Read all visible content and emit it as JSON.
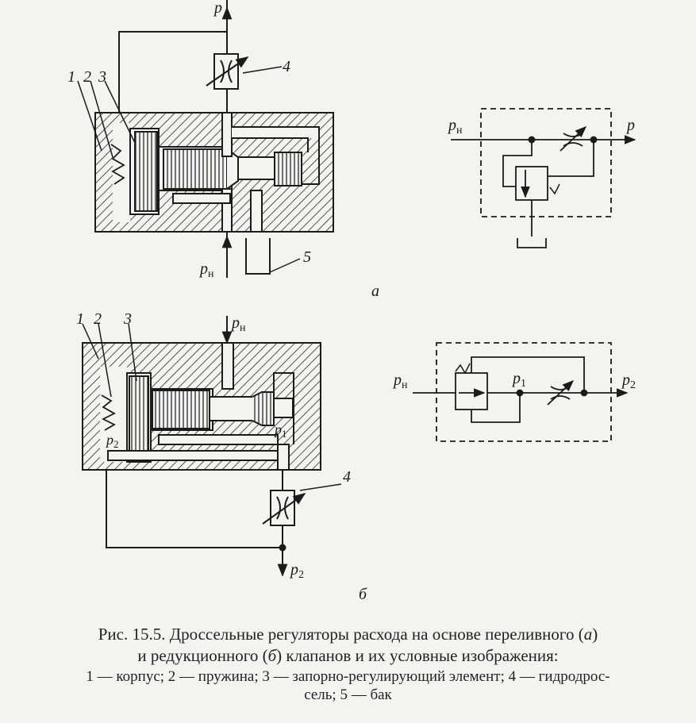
{
  "figure_a": {
    "label_p": "p",
    "label_pn": "p",
    "label_pn_sub": "н",
    "callouts": [
      "1",
      "2",
      "3",
      "4",
      "5"
    ],
    "panel_letter": "а"
  },
  "symbol_a": {
    "label_pn": "p",
    "label_pn_sub": "н",
    "label_p": "p"
  },
  "figure_b": {
    "label_pn": "p",
    "label_pn_sub": "н",
    "label_p1": "p",
    "label_p1_sub": "1",
    "label_p2": "p",
    "label_p2_sub": "2",
    "label_p2_out": "p",
    "label_p2_out_sub": "2",
    "callouts": [
      "1",
      "2",
      "3",
      "4"
    ],
    "panel_letter": "б"
  },
  "symbol_b": {
    "label_pn": "p",
    "label_pn_sub": "н",
    "label_p1": "p",
    "label_p1_sub": "1",
    "label_p2": "p",
    "label_p2_sub": "2"
  },
  "caption": {
    "line1_pre": "Рис. 15.5. Дроссельные регуляторы расхода на основе переливного (",
    "line1_ital": "а",
    "line1_post": ")",
    "line2_pre": "и редукционного (",
    "line2_ital": "б",
    "line2_post": ") клапанов и их условные изображения:",
    "line3": "1 — корпус; 2 — пружина; 3 — запорно-регулирующий элемент; 4 — гидродрос-",
    "line4": "сель; 5 — бак"
  }
}
